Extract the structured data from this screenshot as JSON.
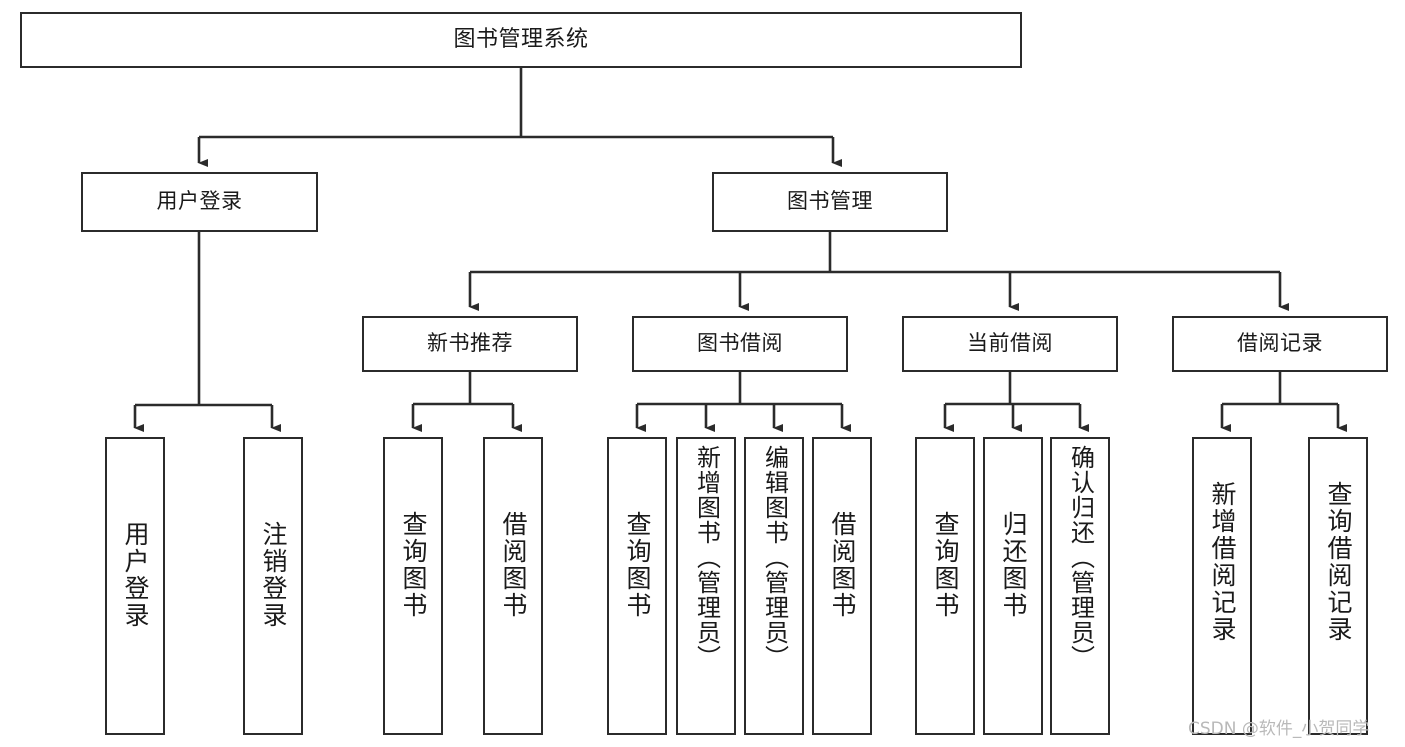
{
  "diagram": {
    "title": "图书管理系统",
    "type": "tree",
    "orientation": "top-down",
    "levels": 4,
    "colors": {
      "box_border": "#2b2b2b",
      "box_fill": "#ffffff",
      "edge": "#2b2b2b",
      "text": "#1a1a1a",
      "watermark": "#b9b9b9",
      "background": "#ffffff"
    },
    "watermark": "CSDN @软件_小贺同学"
  },
  "nodes": {
    "root": {
      "label": "图书管理系统"
    },
    "level2": [
      {
        "label": "用户登录"
      },
      {
        "label": "图书管理"
      }
    ],
    "level3": [
      {
        "label": "新书推荐"
      },
      {
        "label": "图书借阅"
      },
      {
        "label": "当前借阅"
      },
      {
        "label": "借阅记录"
      }
    ],
    "leaves": {
      "user_login": [
        {
          "label": "用户登录"
        },
        {
          "label": "注销登录"
        }
      ],
      "new_book_recommend": [
        {
          "label": "查询图书"
        },
        {
          "label": "借阅图书"
        }
      ],
      "book_borrow": [
        {
          "label": "查询图书"
        },
        {
          "label": "新增图书（管理员）"
        },
        {
          "label": "编辑图书（管理员）"
        },
        {
          "label": "借阅图书"
        }
      ],
      "current_borrow": [
        {
          "label": "查询图书"
        },
        {
          "label": "归还图书"
        },
        {
          "label": "确认归还（管理员）"
        }
      ],
      "borrow_record": [
        {
          "label": "新增借阅记录"
        },
        {
          "label": "查询借阅记录"
        }
      ]
    }
  }
}
